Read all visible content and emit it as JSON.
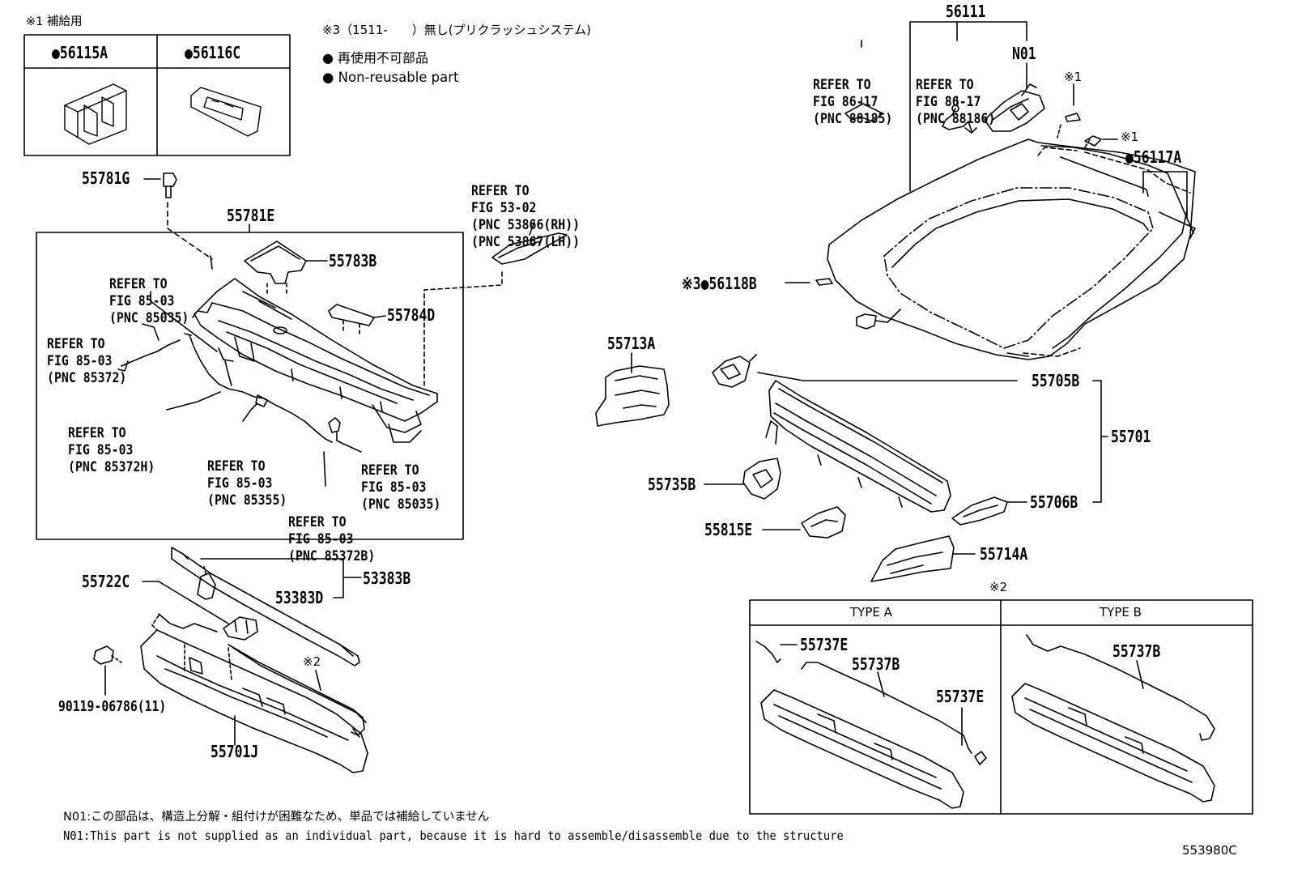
{
  "inset_top_left": {
    "title": "※1 補給用",
    "col1": "●56115A",
    "col2": "●56116C"
  },
  "legend": {
    "note3": "※3（1511-　　）無し(プリクラッシュシステム)",
    "line1": "● 再使用不可部品",
    "line2": "● Non-reusable part"
  },
  "parts": {
    "p55781G": "55781G",
    "p55781E": "55781E",
    "p55783B": "55783B",
    "p55784D": "55784D",
    "p55722C": "55722C",
    "p53383D": "53383D",
    "p53383B": "53383B",
    "p9011906786": "90119-06786(11)",
    "p55701J": "55701J",
    "p56111": "56111",
    "pN01": "N01",
    "mark1a": "※1",
    "mark1b": "※1",
    "p56117A": "●56117A",
    "p56118B": "※3●56118B",
    "p55713A": "55713A",
    "p55705B": "55705B",
    "p55701": "55701",
    "p55735B": "55735B",
    "p55706B": "55706B",
    "p55815E": "55815E",
    "p55714A": "55714A",
    "mark2a": "※2",
    "mark2b": "※2"
  },
  "refs": {
    "r1": [
      "REFER TO",
      "FIG 85-03",
      "(PNC 85035)"
    ],
    "r2": [
      "REFER TO",
      "FIG 85-03",
      "(PNC 85372)"
    ],
    "r3": [
      "REFER TO",
      "FIG 85-03",
      "(PNC 85372H)"
    ],
    "r4": [
      "REFER TO",
      "FIG 85-03",
      "(PNC 85355)"
    ],
    "r5": [
      "REFER TO",
      "FIG 85-03",
      "(PNC 85035)"
    ],
    "r6": [
      "REFER TO",
      "FIG 85-03",
      "(PNC 85372B)"
    ],
    "r7": [
      "REFER TO",
      "FIG 53-02",
      "(PNC 53866(RH))",
      "(PNC 53867(LH))"
    ],
    "r8": [
      "REFER TO",
      "FIG 86-17",
      "(PNC 88185)"
    ],
    "r9": [
      "REFER TO",
      "FIG 86-17",
      "(PNC 88186)"
    ]
  },
  "type_box": {
    "type_a": "TYPE A",
    "type_b": "TYPE B",
    "a_55737E_top": "55737E",
    "a_55737B": "55737B",
    "a_55737E_right": "55737E",
    "b_55737B": "55737B"
  },
  "footer": {
    "n01_jp": "N01:この部品は、構造上分解・組付けが困難なため、単品では補給していません",
    "n01_en": "N01:This part is not supplied as an individual part, because it is hard to assemble/disassemble due to the structure",
    "code": "553980C"
  }
}
